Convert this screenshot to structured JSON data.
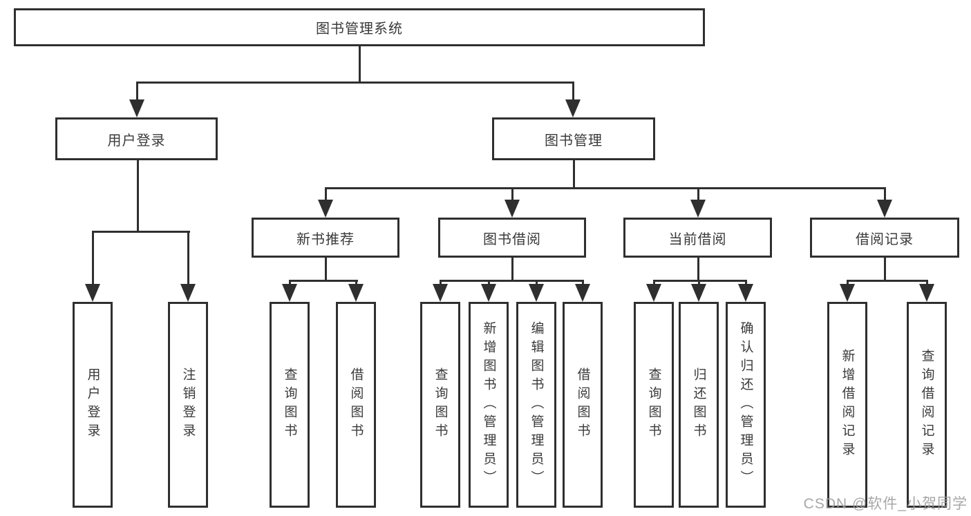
{
  "root": {
    "label": "图书管理系统"
  },
  "level2": {
    "user_login": {
      "label": "用户登录"
    },
    "book_management": {
      "label": "图书管理"
    }
  },
  "level3": {
    "new_book_recommend": {
      "label": "新书推荐"
    },
    "book_borrowing": {
      "label": "图书借阅"
    },
    "current_borrowing": {
      "label": "当前借阅"
    },
    "borrowing_records": {
      "label": "借阅记录"
    }
  },
  "leaves": {
    "user_login": [
      {
        "label": "用户登录"
      },
      {
        "label": "注销登录"
      }
    ],
    "new_book_recommend": [
      {
        "label": "查询图书"
      },
      {
        "label": "借阅图书"
      }
    ],
    "book_borrowing": [
      {
        "label": "查询图书"
      },
      {
        "label": "新增图书（管理员）"
      },
      {
        "label": "编辑图书（管理员）"
      },
      {
        "label": "借阅图书"
      }
    ],
    "current_borrowing": [
      {
        "label": "查询图书"
      },
      {
        "label": "归还图书"
      },
      {
        "label": "确认归还（管理员）"
      }
    ],
    "borrowing_records": [
      {
        "label": "新增借阅记录"
      },
      {
        "label": "查询借阅记录"
      }
    ]
  },
  "watermark": "CSDN @软件_小贺同学",
  "colors": {
    "line": "#2f2f2f",
    "text": "#3a3a3a",
    "background": "#ffffff",
    "watermark": "#9e9e9e"
  }
}
